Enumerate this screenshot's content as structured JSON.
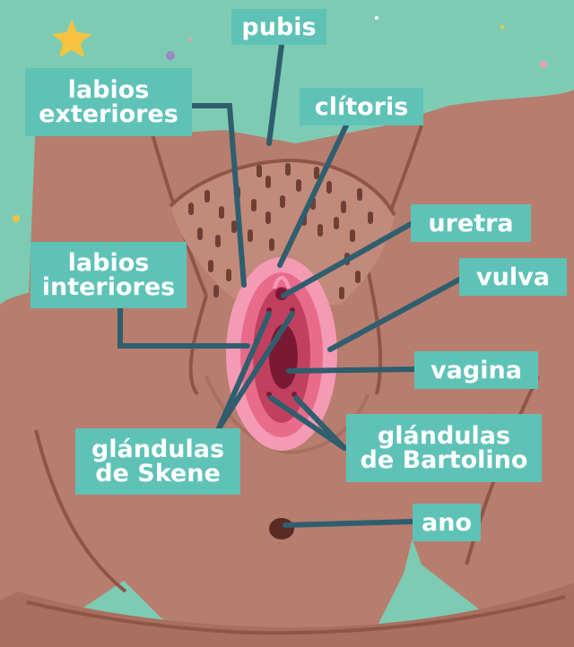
{
  "labels": {
    "pubis": "pubis",
    "labios_exteriores": "labios\nexteriores",
    "clitoris": "clítoris",
    "uretra": "uretra",
    "labios_interiores": "labios\ninteriores",
    "vulva": "vulva",
    "vagina": "vagina",
    "glandulas_skene": "glándulas\nde Skene",
    "glandulas_bartolino": "glándulas\nde Bartolino",
    "ano": "ano"
  },
  "colors": {
    "background": "#7ecbb4",
    "skin": "#b77d6e",
    "skin_dark": "#a96f61",
    "outline": "#8f5648",
    "hair": "#6e3f34",
    "outer_pink": "#f49ab4",
    "inner_pink": "#e96b8c",
    "inner_red": "#c2405f",
    "opening": "#7a1933",
    "label_bg": "#5fc2b7",
    "leader": "#2f5e6e",
    "star": "#f6c340"
  }
}
